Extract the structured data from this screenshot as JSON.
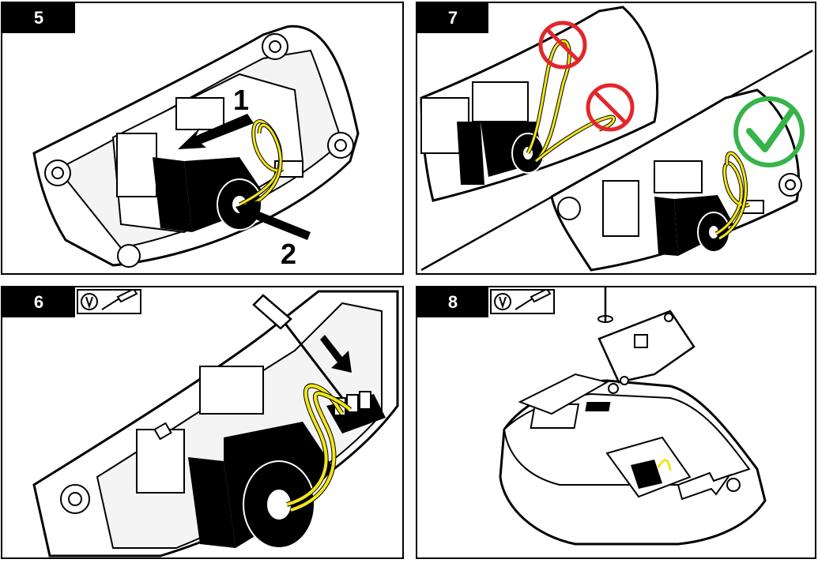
{
  "panels": [
    {
      "step": "5",
      "callouts": [
        "1",
        "2"
      ]
    },
    {
      "step": "7"
    },
    {
      "step": "6",
      "tool_icon": "screwdriver-icon"
    },
    {
      "step": "8",
      "tool_icon": "screwdriver-icon"
    }
  ],
  "colors": {
    "wire": "#f2e51a",
    "prohibited": "#e3262b",
    "approved": "#37b449",
    "ink": "#000000"
  }
}
